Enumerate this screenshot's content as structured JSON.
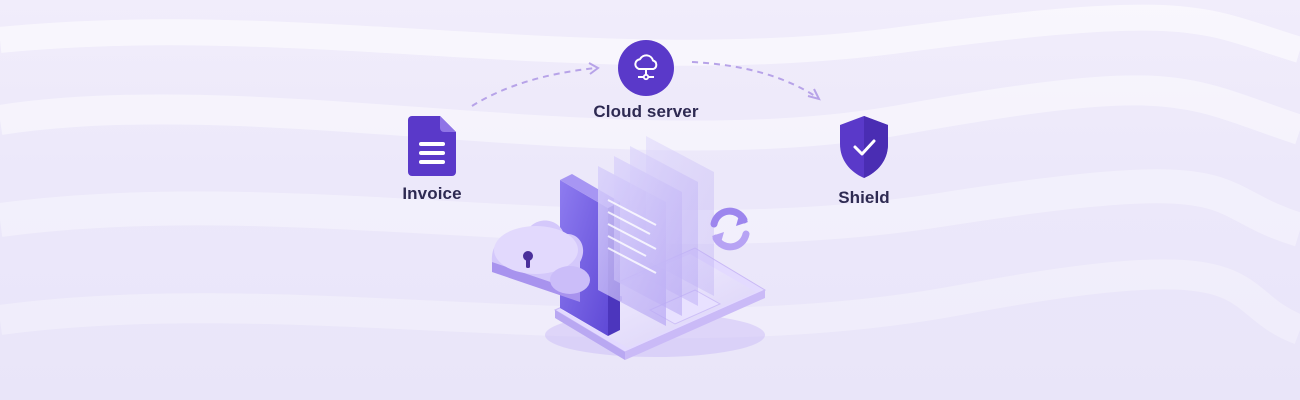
{
  "colors": {
    "accent": "#5a39c9",
    "label_text": "#2e2a52",
    "arrow": "#b7a3e8",
    "background": "#ece8fa"
  },
  "nodes": {
    "invoice": {
      "label": "Invoice",
      "icon": "document-icon"
    },
    "cloud": {
      "label": "Cloud server",
      "icon": "cloud-network-icon"
    },
    "shield": {
      "label": "Shield",
      "icon": "shield-check-icon"
    }
  },
  "illustration": {
    "icons": [
      "laptop-icon",
      "cloud-lock-icon",
      "sync-icon",
      "stacked-files-icon"
    ]
  }
}
